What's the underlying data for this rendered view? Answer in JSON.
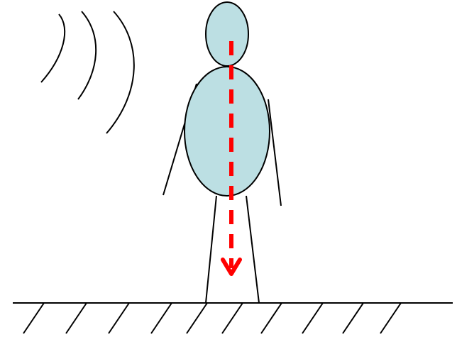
{
  "colors": {
    "background": "#ffffff",
    "stroke": "#000000",
    "body_fill": "#bcdfe3",
    "arrow": "#ff0000"
  },
  "scene": {
    "figure": "standing-person",
    "sound_arcs": 3,
    "ground_hatch_marks": 10,
    "arrow_direction": "down",
    "arrow_style": "dashed"
  }
}
